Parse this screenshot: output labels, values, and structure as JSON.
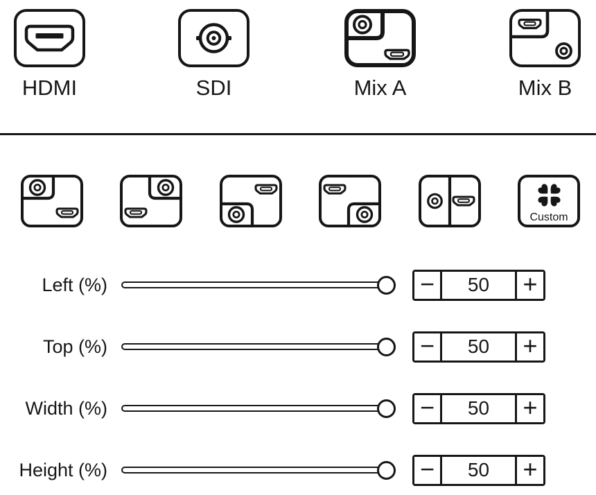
{
  "colors": {
    "ink": "#161616",
    "background": "#ffffff"
  },
  "sources": {
    "items": [
      {
        "id": "hdmi",
        "label": "HDMI",
        "icon": "hdmi-connector-icon",
        "selected": false
      },
      {
        "id": "sdi",
        "label": "SDI",
        "icon": "bnc-connector-icon",
        "selected": false
      },
      {
        "id": "mix-a",
        "label": "Mix A",
        "icon": "mix-a-pip-icon",
        "selected": true
      },
      {
        "id": "mix-b",
        "label": "Mix B",
        "icon": "mix-b-pip-icon",
        "selected": false
      }
    ]
  },
  "layout_presets": {
    "items": [
      {
        "id": "pip-top-left",
        "icon": "pip-top-left-icon"
      },
      {
        "id": "pip-top-right",
        "icon": "pip-top-right-icon"
      },
      {
        "id": "pip-bottom-left",
        "icon": "pip-bottom-left-icon"
      },
      {
        "id": "pip-bottom-right",
        "icon": "pip-bottom-right-icon"
      },
      {
        "id": "split",
        "icon": "split-half-icon"
      },
      {
        "id": "custom",
        "icon": "clover-icon",
        "label": "Custom"
      }
    ]
  },
  "sliders": {
    "decrement_label": "−",
    "increment_label": "+",
    "rows": [
      {
        "label": "Left (%)",
        "value": "50"
      },
      {
        "label": "Top (%)",
        "value": "50"
      },
      {
        "label": "Width (%)",
        "value": "50"
      },
      {
        "label": "Height (%)",
        "value": "50"
      }
    ]
  }
}
